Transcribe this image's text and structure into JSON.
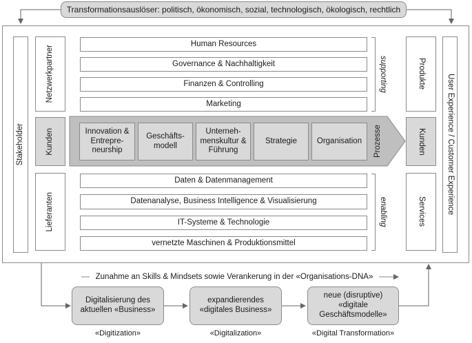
{
  "top_banner": "Transformationsauslöser: politisch, ökonomisch, sozial, technologisch, ökologisch, rechtlich",
  "left": {
    "stakeholder": "Stakeholder",
    "netzwerkpartner": "Netzwerkpartner",
    "kunden": "Kunden",
    "lieferanten": "Lieferanten"
  },
  "supporting": {
    "label": "supporting",
    "items": [
      "Human Resources",
      "Governance & Nachhaltigkeit",
      "Finanzen & Controlling",
      "Marketing"
    ]
  },
  "prozesse": {
    "label": "Prozesse",
    "items": [
      "Innovation & Entrepre-neurship",
      "Geschäfts-modell",
      "Unterneh-menskultur & Führung",
      "Strategie",
      "Organisation"
    ]
  },
  "enabling": {
    "label": "enabling",
    "items": [
      "Daten & Datenmanagement",
      "Datenanalyse, Business Intelligence & Visualisierung",
      "IT-Systeme & Technologie",
      "vernetzte Maschinen & Produktionsmittel"
    ]
  },
  "right": {
    "produkte": "Produkte",
    "kunden": "Kunden",
    "services": "Services",
    "ux": "User Experience / Customer Experience"
  },
  "bottom_line": "Zunahme an Skills & Mindsets sowie Verankerung in der «Organisations-DNA»",
  "stages": [
    {
      "text": "Digitalisierung des aktuellen «Business»",
      "caption": "«Digitization»"
    },
    {
      "text": "expandierendes «digitales Business»",
      "caption": "«Digitalization»"
    },
    {
      "text": "neue (disruptive) «digitale Geschäftsmodelle»",
      "caption": "«Digital Transformation»"
    }
  ]
}
